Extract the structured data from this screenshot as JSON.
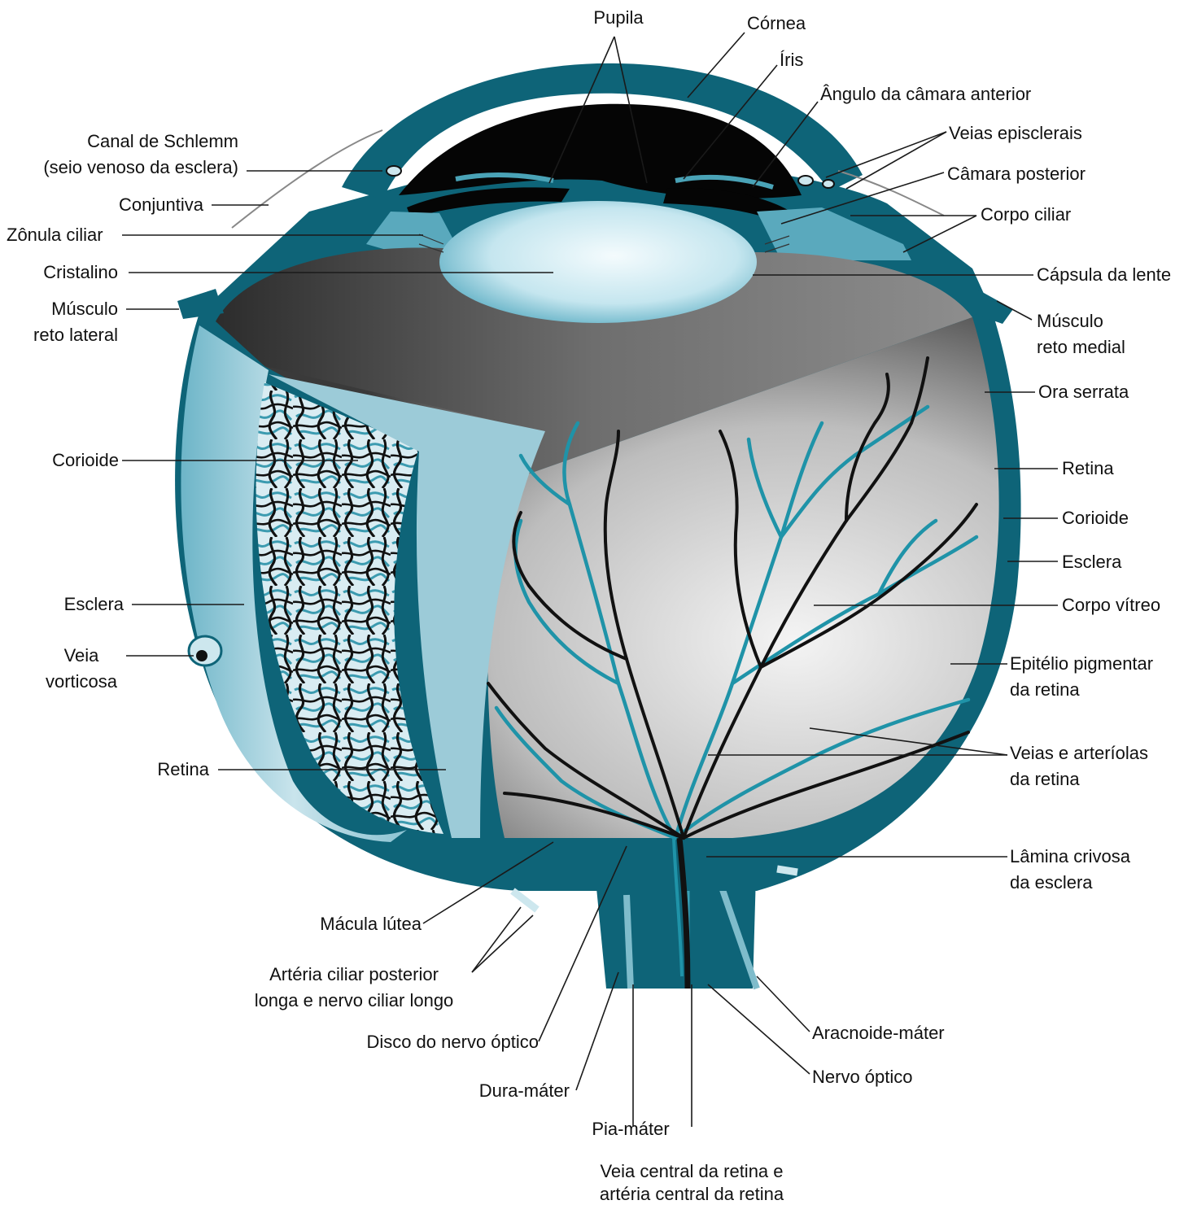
{
  "colors": {
    "sclera_dark": "#0e6478",
    "sclera_light": "#9ccbd8",
    "lens_light": "#e9f6fa",
    "lens_dark": "#5fb1c6",
    "vessel_artery": "#1f93a8",
    "vessel_vein": "#111111",
    "vitreous_light": "#f2f2f2",
    "vitreous_dark": "#4a4a4a",
    "chamber_black": "#050505"
  },
  "labels": {
    "pupila": "Pupila",
    "cornea": "Córnea",
    "iris": "Íris",
    "angulo": "Ângulo da câmara anterior",
    "veias_episclerais": "Veias episclerais",
    "camara_posterior": "Câmara posterior",
    "corpo_ciliar": "Corpo ciliar",
    "capsula_lente": "Cápsula da lente",
    "musculo_reto_medial": [
      "Músculo",
      "reto medial"
    ],
    "ora_serrata": "Ora serrata",
    "retina_right": "Retina",
    "corioide_right": "Corioide",
    "esclera_right": "Esclera",
    "corpo_vitreo": "Corpo vítreo",
    "epitelio": [
      "Epitélio pigmentar",
      "da retina"
    ],
    "veias_arteriolas": [
      "Veias e arteríolas",
      "da retina"
    ],
    "lamina_crivosa": [
      "Lâmina crivosa",
      "da esclera"
    ],
    "aracnoide": "Aracnoide-máter",
    "nervo_optico": "Nervo óptico",
    "veia_central": [
      "Veia central da retina e",
      "artéria central da retina"
    ],
    "pia_mater": "Pia-máter",
    "dura_mater": "Dura-máter",
    "disco_nervo": "Disco do nervo óptico",
    "arteria_ciliar": [
      "Artéria ciliar posterior",
      "longa e nervo ciliar longo"
    ],
    "macula": "Mácula lútea",
    "retina_left": "Retina",
    "veia_vorticosa": [
      "Veia",
      "vorticosa"
    ],
    "esclera_left": "Esclera",
    "corioide_left": "Corioide",
    "musculo_reto_lateral": [
      "Músculo",
      "reto lateral"
    ],
    "cristalino": "Cristalino",
    "zonula": "Zônula ciliar",
    "conjuntiva": "Conjuntiva",
    "canal_schlemm": [
      "Canal de Schlemm",
      "(seio venoso da esclera)"
    ]
  }
}
